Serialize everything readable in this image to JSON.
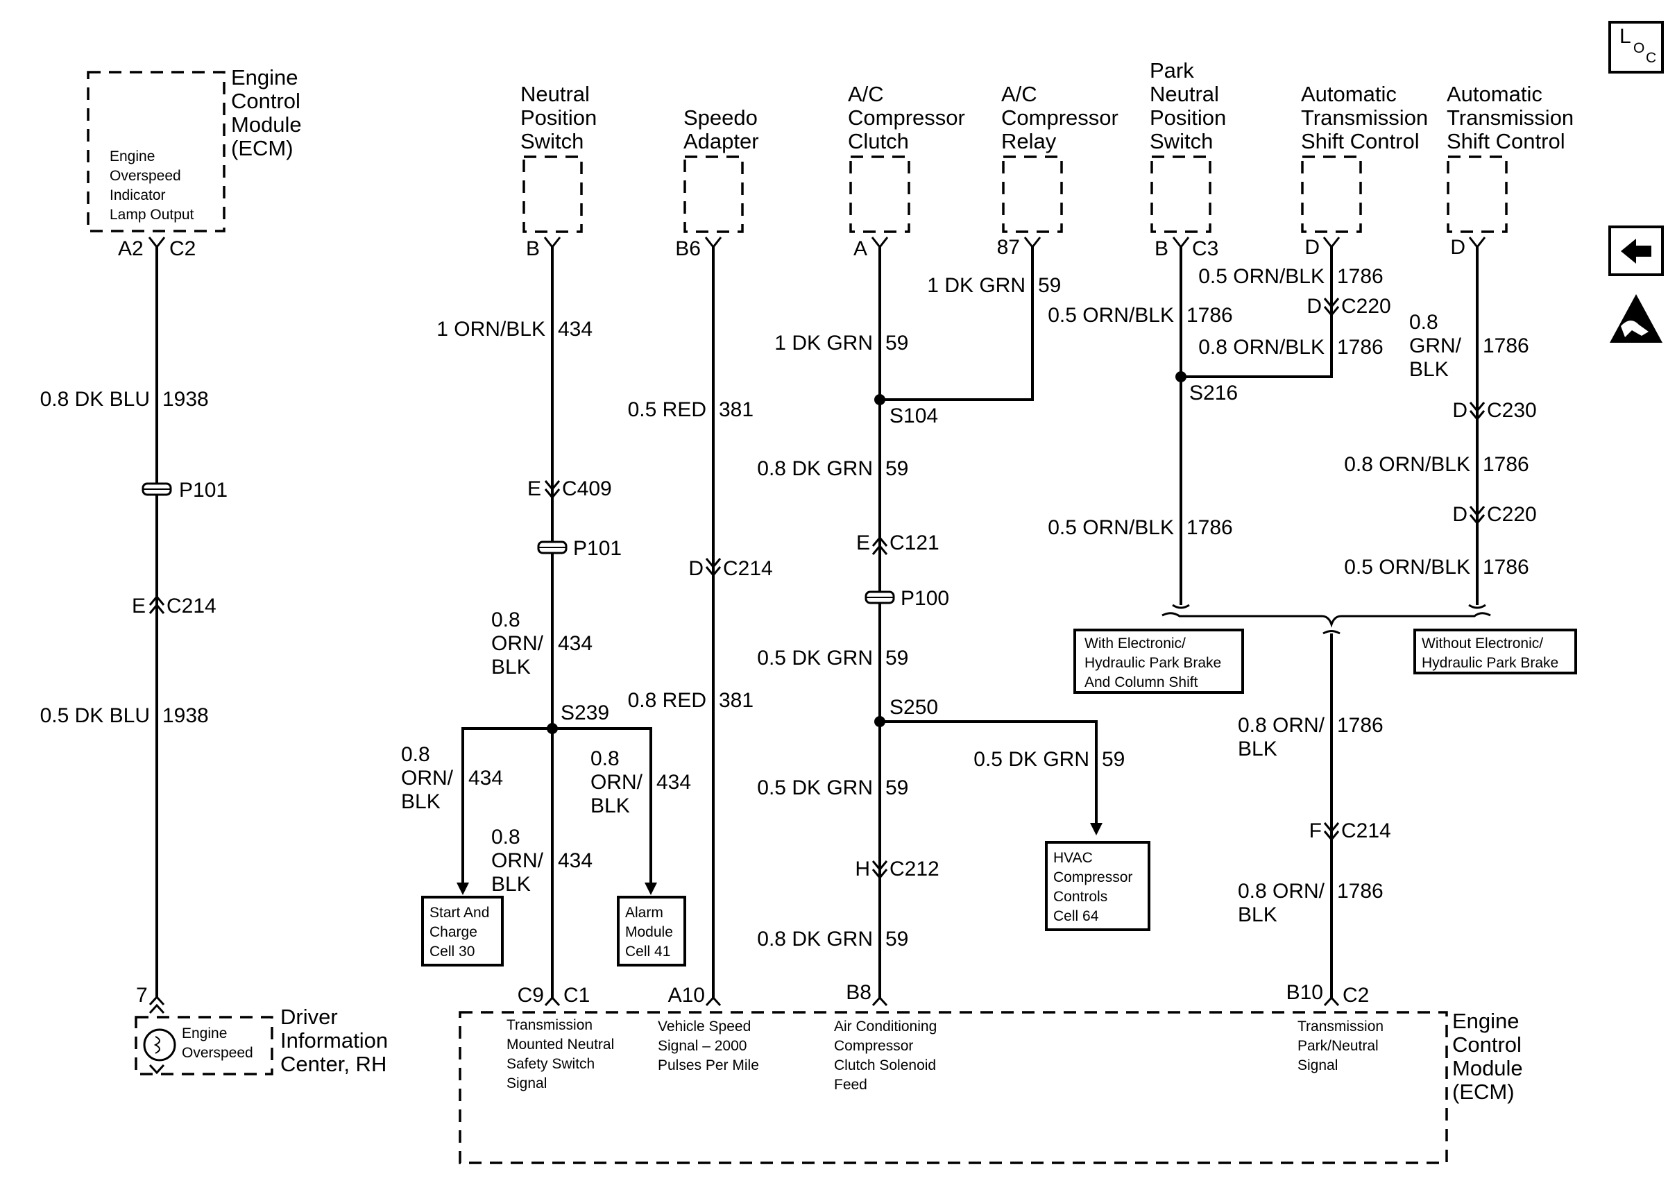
{
  "ecm_top": {
    "title_lines": [
      "Engine",
      "Control",
      "Module",
      "(ECM)"
    ],
    "inner_lines": [
      "Engine",
      "Overspeed",
      "Indicator",
      "Lamp Output"
    ],
    "pin": "A2",
    "connector": "C2"
  },
  "component_labels": {
    "neutral_position_switch": [
      "Neutral",
      "Position",
      "Switch"
    ],
    "speedo_adapter": [
      "Speedo",
      "Adapter"
    ],
    "ac_compressor_clutch": [
      "A/C",
      "Compressor",
      "Clutch"
    ],
    "ac_compressor_relay": [
      "A/C",
      "Compressor",
      "Relay"
    ],
    "park_neutral_position_switch": [
      "Park",
      "Neutral",
      "Position",
      "Switch"
    ],
    "automatic_transmission_shift_control_1": [
      "Automatic",
      "Transmission",
      "Shift Control"
    ],
    "automatic_transmission_shift_control_2": [
      "Automatic",
      "Transmission",
      "Shift Control"
    ]
  },
  "pins": {
    "neutral_b": "B",
    "speedo_b6": "B6",
    "clutch_a": "A",
    "relay_87": "87",
    "pnp_b": "B",
    "pnp_c3": "C3",
    "shift1_d": "D",
    "shift2_d": "D"
  },
  "wire_labels": {
    "w1938_a": {
      "gauge": "0.8 DK BLU",
      "circuit": "1938"
    },
    "w1938_b": {
      "gauge": "0.5 DK BLU",
      "circuit": "1938"
    },
    "w434_a": {
      "gauge": "1 ORN/BLK",
      "circuit": "434"
    },
    "w434_b": {
      "gauge": [
        "0.8",
        "ORN/",
        "BLK"
      ],
      "circuit": "434"
    },
    "w434_left": {
      "gauge": [
        "0.8",
        "ORN/",
        "BLK"
      ],
      "circuit": "434"
    },
    "w434_right": {
      "gauge": [
        "0.8",
        "ORN/",
        "BLK"
      ],
      "circuit": "434"
    },
    "w434_down": {
      "gauge": [
        "0.8",
        "ORN/",
        "BLK"
      ],
      "circuit": "434"
    },
    "w381_a": {
      "gauge": "0.5 RED",
      "circuit": "381"
    },
    "w381_b": {
      "gauge": "0.8 RED",
      "circuit": "381"
    },
    "w59_relay": {
      "gauge": "1 DK GRN",
      "circuit": "59"
    },
    "w59_clutch": {
      "gauge": "1 DK GRN",
      "circuit": "59"
    },
    "w59_b": {
      "gauge": "0.8 DK GRN",
      "circuit": "59"
    },
    "w59_c": {
      "gauge": "0.5 DK GRN",
      "circuit": "59"
    },
    "w59_hvac": {
      "gauge": "0.5 DK GRN",
      "circuit": "59"
    },
    "w59_d": {
      "gauge": "0.5 DK GRN",
      "circuit": "59"
    },
    "w59_e": {
      "gauge": "0.8 DK GRN",
      "circuit": "59"
    },
    "w1786_pnp": {
      "gauge": "0.5 ORN/BLK",
      "circuit": "1786"
    },
    "w1786_shift_top": {
      "gauge": "0.5 ORN/BLK",
      "circuit": "1786"
    },
    "w1786_shift_mid": {
      "gauge": "0.8 ORN/BLK",
      "circuit": "1786"
    },
    "w1786_pnp_down": {
      "gauge": "0.5 ORN/BLK",
      "circuit": "1786"
    },
    "w1786_s2_top": {
      "gauge": [
        "0.8",
        "GRN/",
        "BLK"
      ],
      "circuit": "1786"
    },
    "w1786_s2_mid": {
      "gauge": "0.8 ORN/BLK",
      "circuit": "1786"
    },
    "w1786_s2_low": {
      "gauge": "0.5 ORN/BLK",
      "circuit": "1786"
    },
    "w1786_down1": {
      "gauge": [
        "0.8 ORN/",
        "BLK"
      ],
      "circuit": "1786"
    },
    "w1786_down2": {
      "gauge": [
        "0.8 ORN/",
        "BLK"
      ],
      "circuit": "1786"
    }
  },
  "connectors": {
    "p101_left": "P101",
    "c214_left": {
      "pin": "E",
      "name": "C214"
    },
    "c409": {
      "pin": "E",
      "name": "C409"
    },
    "p101_mid": "P101",
    "c214_mid": {
      "pin": "D",
      "name": "C214"
    },
    "c121": {
      "pin": "E",
      "name": "C121"
    },
    "p100": "P100",
    "c212": {
      "pin": "H",
      "name": "C212"
    },
    "c220_a": {
      "pin": "D",
      "name": "C220"
    },
    "c230": {
      "pin": "D",
      "name": "C230"
    },
    "c220_b": {
      "pin": "D",
      "name": "C220"
    },
    "c214_right": {
      "pin": "F",
      "name": "C214"
    }
  },
  "splices": {
    "s104": "S104",
    "s216": "S216",
    "s239": "S239",
    "s250": "S250"
  },
  "ref_boxes": {
    "start_charge": [
      "Start And",
      "Charge",
      "Cell 30"
    ],
    "alarm_module": [
      "Alarm",
      "Module",
      "Cell 41"
    ],
    "hvac": [
      "HVAC",
      "Compressor",
      "Controls",
      "Cell 64"
    ],
    "with_park_brake": [
      "With Electronic/",
      "Hydraulic Park Brake",
      "And Column Shift"
    ],
    "without_park_brake": [
      "Without Electronic/",
      "Hydraulic Park Brake"
    ]
  },
  "dic": {
    "pin": "7",
    "title_lines": [
      "Driver",
      "Information",
      "Center, RH"
    ],
    "inner_lines": [
      "Engine",
      "Overspeed"
    ]
  },
  "ecm_bottom": {
    "title_lines": [
      "Engine",
      "Control",
      "Module",
      "(ECM)"
    ],
    "pins": {
      "c9": "C9",
      "c1": "C1",
      "a10": "A10",
      "b8": "B8",
      "b10": "B10",
      "c2": "C2"
    },
    "signals": {
      "tmnss": [
        "Transmission",
        "Mounted Neutral",
        "Safety Switch",
        "Signal"
      ],
      "vss": [
        "Vehicle Speed",
        "Signal – 2000",
        "Pulses Per Mile"
      ],
      "ac_clutch": [
        "Air Conditioning",
        "Compressor",
        "Clutch Solenoid",
        "Feed"
      ],
      "pn_signal": [
        "Transmission",
        "Park/Neutral",
        "Signal"
      ]
    }
  },
  "side_icons": {
    "loc": {
      "l": "L",
      "o": "O",
      "c": "C"
    }
  }
}
